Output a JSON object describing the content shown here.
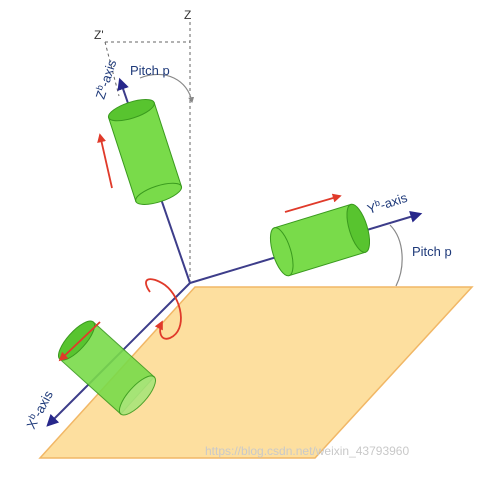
{
  "labels": {
    "z": "Z",
    "z_prime": "Z'",
    "zb_axis": "Z",
    "zb_sup": "b",
    "zb_suffix": "-axis",
    "yb_axis": "Y",
    "yb_sup": "b",
    "yb_suffix": "-axis",
    "xb_axis": "X",
    "xb_sup": "b",
    "xb_suffix": "-axis",
    "pitch_top": "Pitch p",
    "pitch_right": "Pitch p"
  },
  "watermark": "https://blog.csdn.net/weixin_43793960",
  "colors": {
    "plane_fill": "#fddf9f",
    "plane_stroke": "#f1b766",
    "cylinder_fill": "#79db4a",
    "cylinder_top": "#58c42f",
    "cylinder_stroke": "#3a9a1e",
    "axis_line": "#3d3d8a",
    "axis_arrow": "#27278b",
    "red_arrow": "#e03a2a",
    "dash": "#666666",
    "arc": "#888888"
  }
}
